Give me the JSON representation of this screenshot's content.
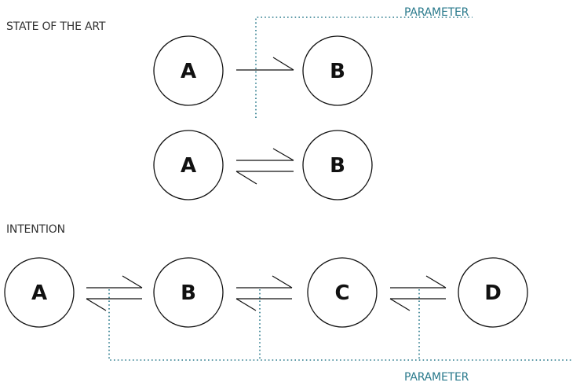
{
  "sections": {
    "state_of_the_art": "STATE OF THE ART",
    "intention": "INTENTION"
  },
  "parameters": {
    "top": "PARAMETER",
    "bottom": "PARAMETER"
  },
  "nodes": {
    "sota_row1_left": "A",
    "sota_row1_right": "B",
    "sota_row2_left": "A",
    "sota_row2_right": "B",
    "intention_1": "A",
    "intention_2": "B",
    "intention_3": "C",
    "intention_4": "D"
  },
  "colors": {
    "parameter": "#2a7a8c",
    "line": "#111111"
  }
}
